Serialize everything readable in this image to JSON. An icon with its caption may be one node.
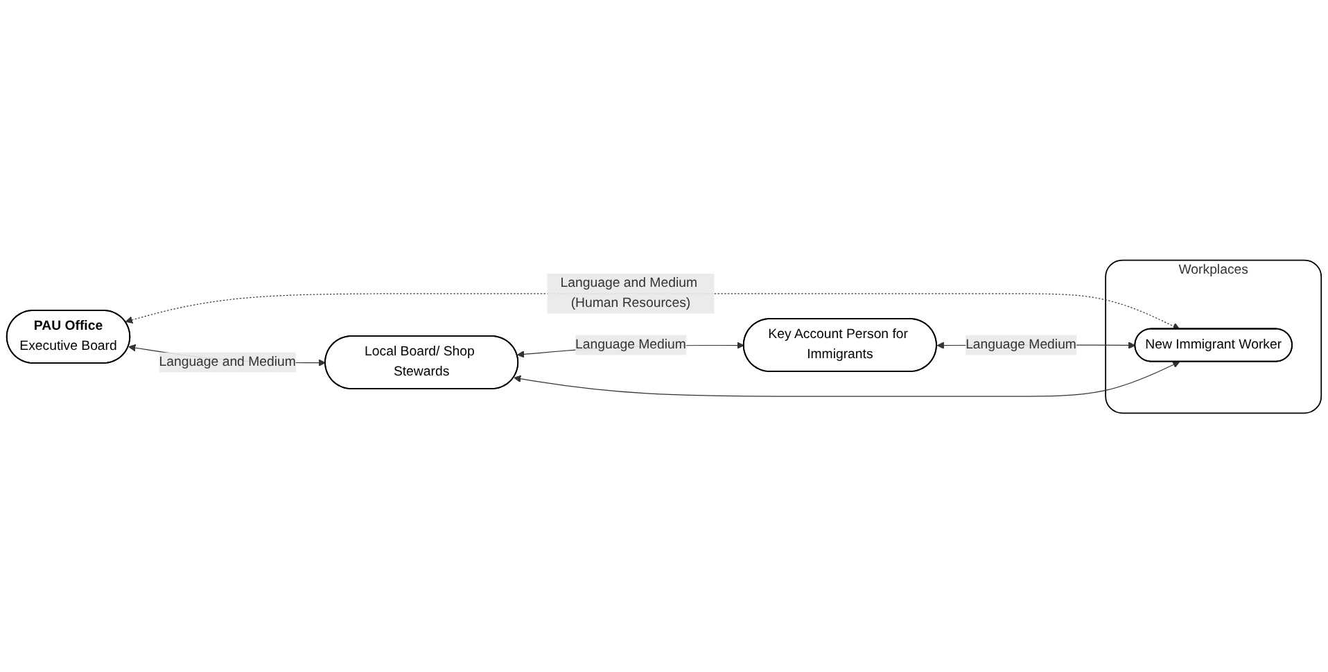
{
  "diagram": {
    "nodes": [
      {
        "text": [
          "PAU Office",
          "Executive Board"
        ]
      },
      {
        "text": [
          "Local Board/ Shop Stewards"
        ]
      },
      {
        "text": [
          "Key Account Person for Immigrants"
        ]
      },
      {
        "text": [
          "Workplaces"
        ]
      },
      {
        "text": [
          "New Immigrant Worker"
        ],
        "in": 3
      }
    ],
    "edges": [
      {
        "from": 0,
        "to": 1,
        "arrow": "both",
        "label": "Language and Medium"
      },
      {
        "from": 0,
        "to": 4,
        "arrow": "both",
        "label": "Language and Medium (Human Resources)",
        "style": "dashed"
      },
      {
        "from": 1,
        "to": 2,
        "arrow": "both",
        "label": "Language Medium"
      },
      {
        "from": 2,
        "to": 4,
        "arrow": "both",
        "label": "Language Medium"
      },
      {
        "from": 1,
        "to": 4,
        "arrow": "both"
      }
    ]
  }
}
